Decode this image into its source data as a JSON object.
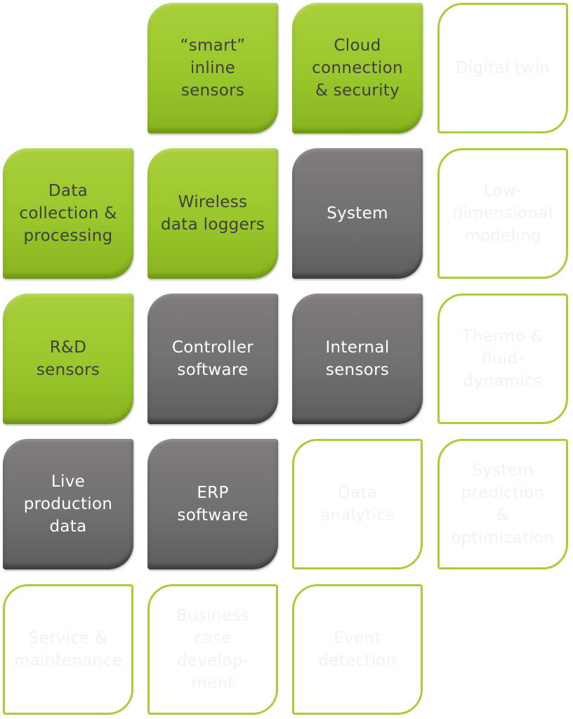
{
  "colors": {
    "green": "#9ac72c",
    "gray": "#727070",
    "outline": "#a6cf3a"
  },
  "tiles": {
    "smart_inline_sensors": "“smart”\ninline\nsensors",
    "cloud_connection_security": "Cloud\nconnection\n& security",
    "digital_twin": "Digital twin",
    "data_collection_processing": "Data\ncollection &\nprocessing",
    "wireless_data_loggers": "Wireless\ndata loggers",
    "system": "System",
    "low_dimensional_modeling": "Low-\ndimensional\nmodeling",
    "rd_sensors": "R&D\nsensors",
    "controller_software": "Controller\nsoftware",
    "internal_sensors": "Internal\nsensors",
    "thermo_fluid_dynamics": "Thermo &\nfluid-\ndynamics",
    "live_production_data": "Live\nproduction\ndata",
    "erp_software": "ERP\nsoftware",
    "data_analytics": "Data\nanalytics",
    "system_prediction_optimization": "System\nprediction\n&\noptimization",
    "service_maintenance": "Service &\nmaintenance",
    "business_case_development": "Business\ncase\ndevelop-\nment",
    "event_detection": "Event\ndetection"
  }
}
